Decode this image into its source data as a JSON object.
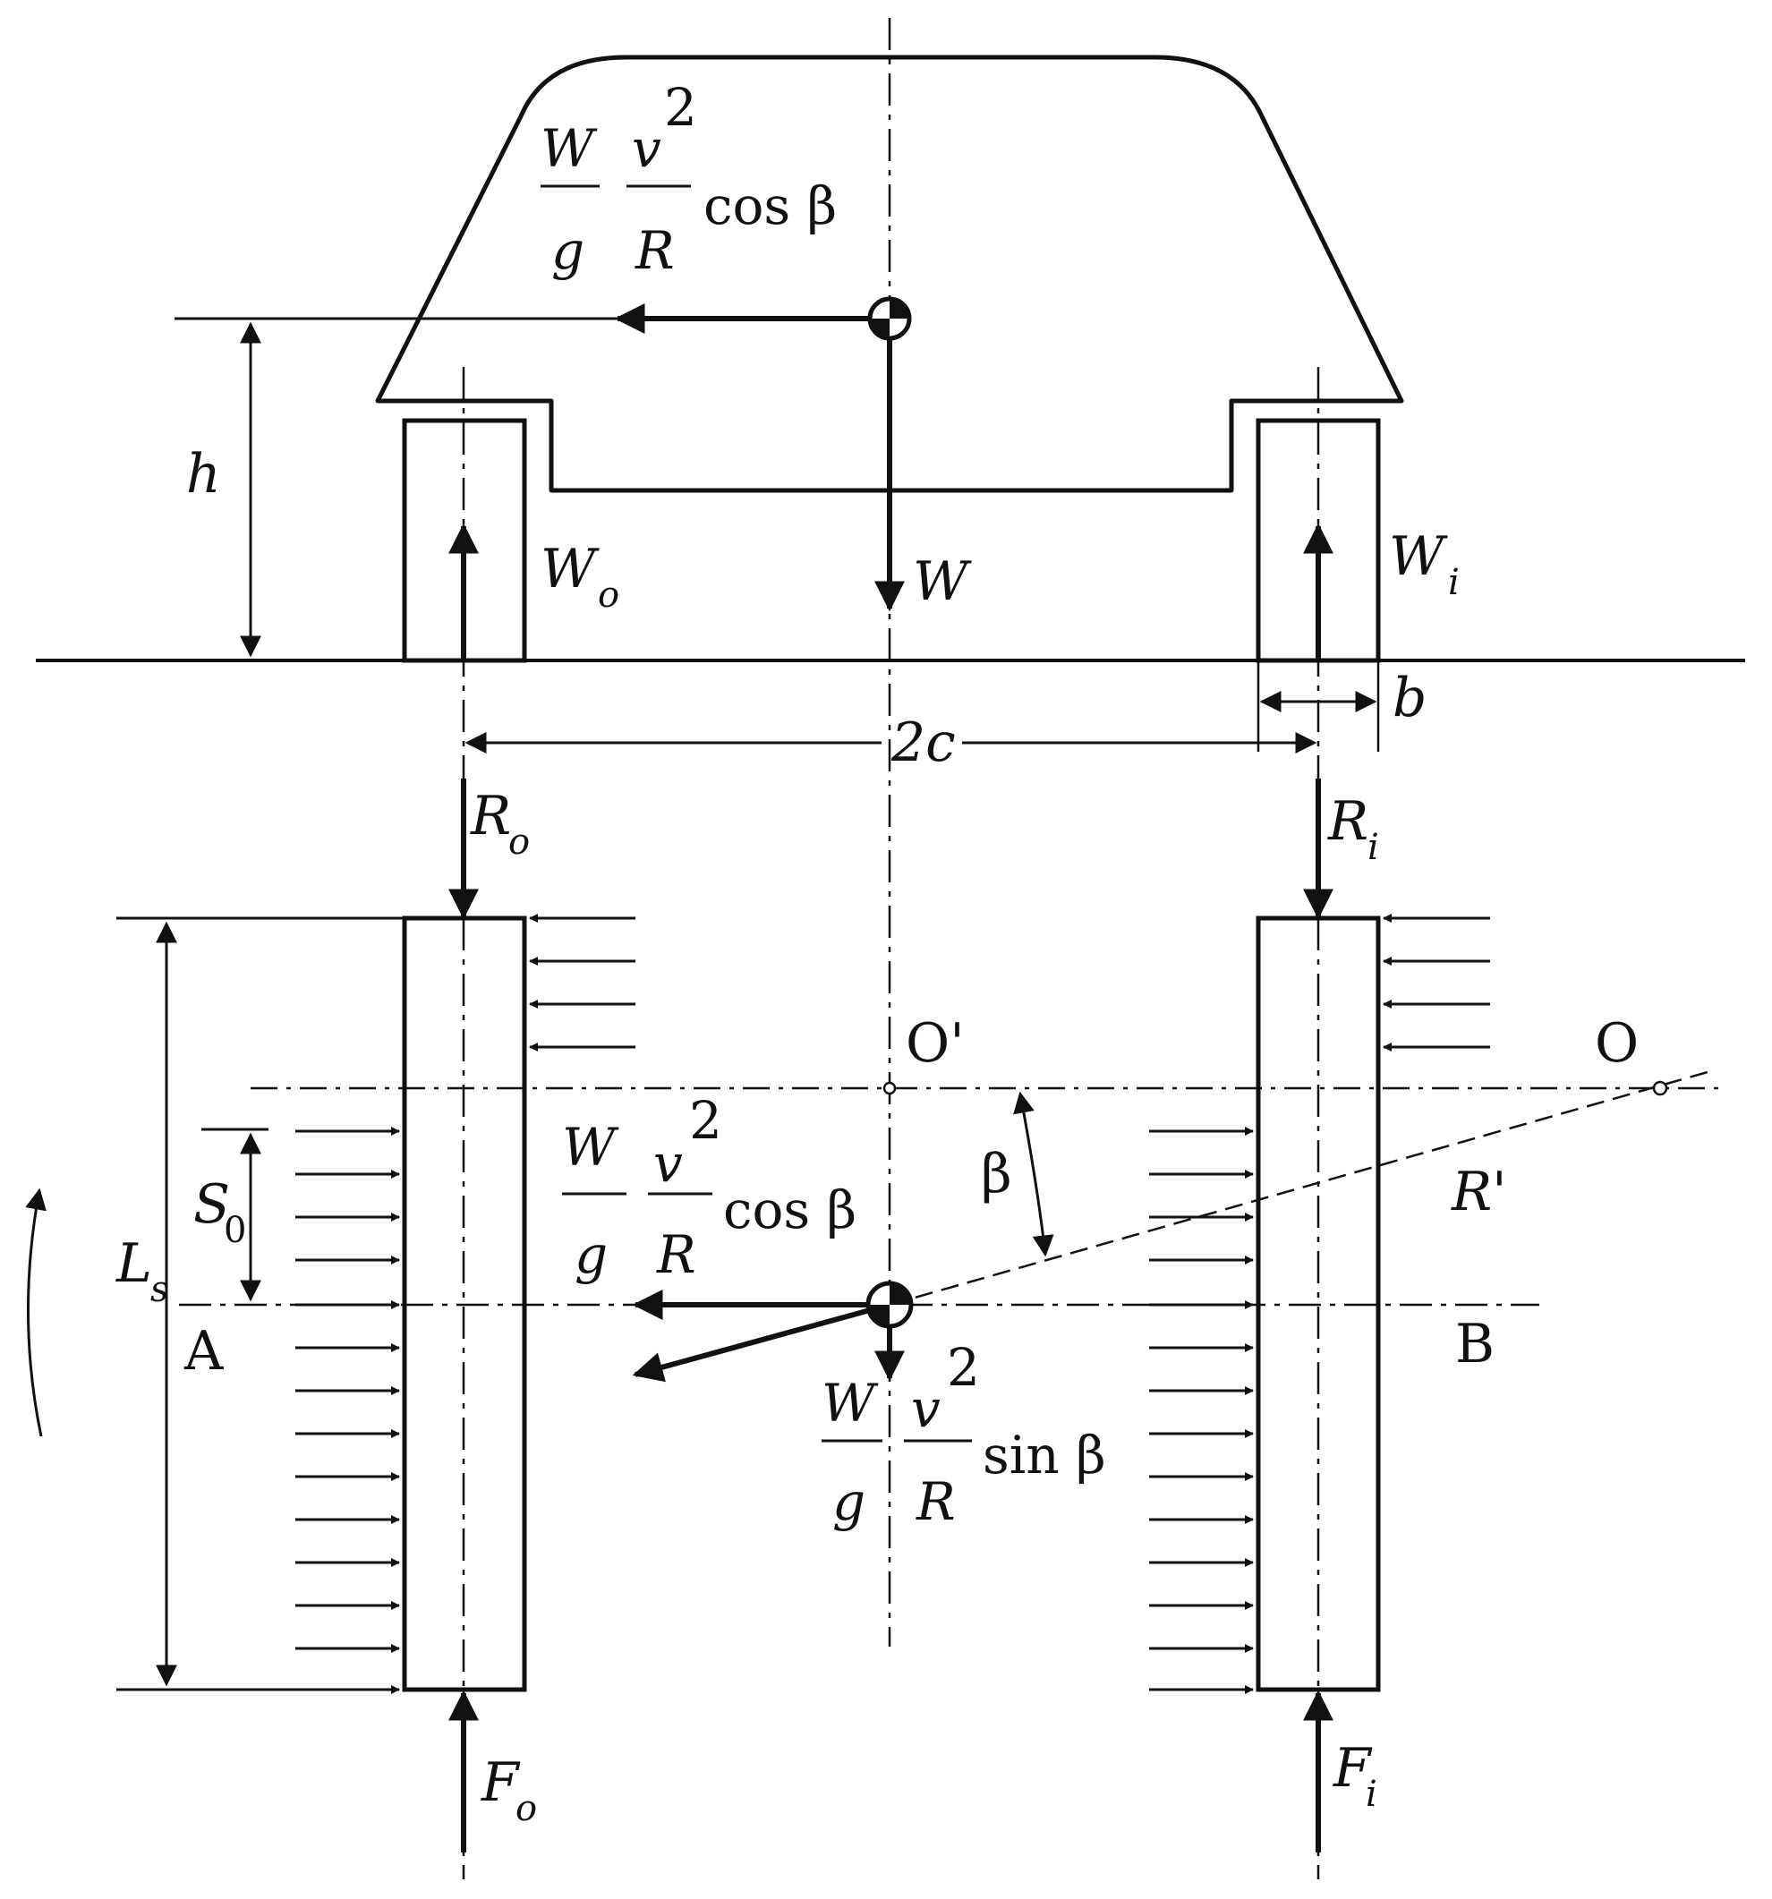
{
  "diagram": {
    "labels": {
      "h": "h",
      "W_o": "W",
      "W_o_sub": "o",
      "W": "W",
      "W_i": "W",
      "W_i_sub": "i",
      "b": "b",
      "two_c": "2c",
      "R_o": "R",
      "R_o_sub": "o",
      "R_i": "R",
      "R_i_sub": "i",
      "O_prime": "O'",
      "O": "O",
      "beta": "β",
      "R_prime": "R'",
      "S0": "S",
      "S0_sub": "0",
      "Ls": "L",
      "Ls_sub": "s",
      "A": "A",
      "B": "B",
      "F_o": "F",
      "F_o_sub": "o",
      "F_i": "F",
      "F_i_sub": "i"
    },
    "formulas": {
      "top_cos": {
        "num1": "W",
        "den1": "g",
        "num2": "v",
        "num2_sup": "2",
        "den2": "R",
        "trig": "cos β"
      },
      "mid_cos": {
        "num1": "W",
        "den1": "g",
        "num2": "v",
        "num2_sup": "2",
        "den2": "R",
        "trig": "cos β"
      },
      "mid_sin": {
        "num1": "W",
        "den1": "g",
        "num2": "v",
        "num2_sup": "2",
        "den2": "R",
        "trig": "sin β"
      }
    }
  }
}
